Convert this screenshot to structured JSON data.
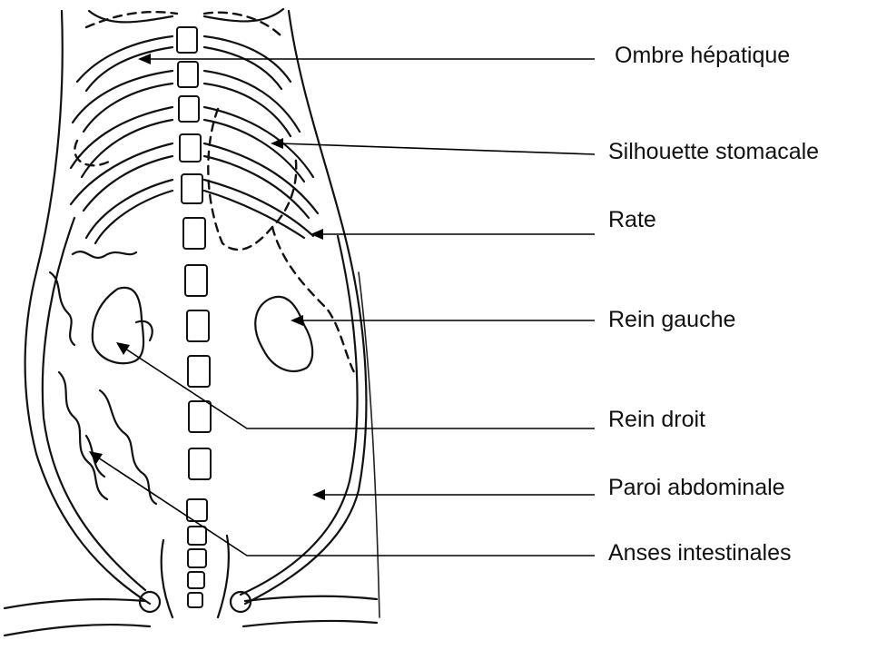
{
  "diagram": {
    "labels": [
      {
        "id": "ombre-hepatique",
        "text": "Ombre hépatique"
      },
      {
        "id": "silhouette-stomacale",
        "text": "Silhouette stomacale"
      },
      {
        "id": "rate",
        "text": "Rate"
      },
      {
        "id": "rein-gauche",
        "text": "Rein gauche"
      },
      {
        "id": "rein-droit",
        "text": "Rein droit"
      },
      {
        "id": "paroi-abdominale",
        "text": "Paroi abdominale"
      },
      {
        "id": "anses-intestinales",
        "text": "Anses intestinales"
      }
    ]
  }
}
